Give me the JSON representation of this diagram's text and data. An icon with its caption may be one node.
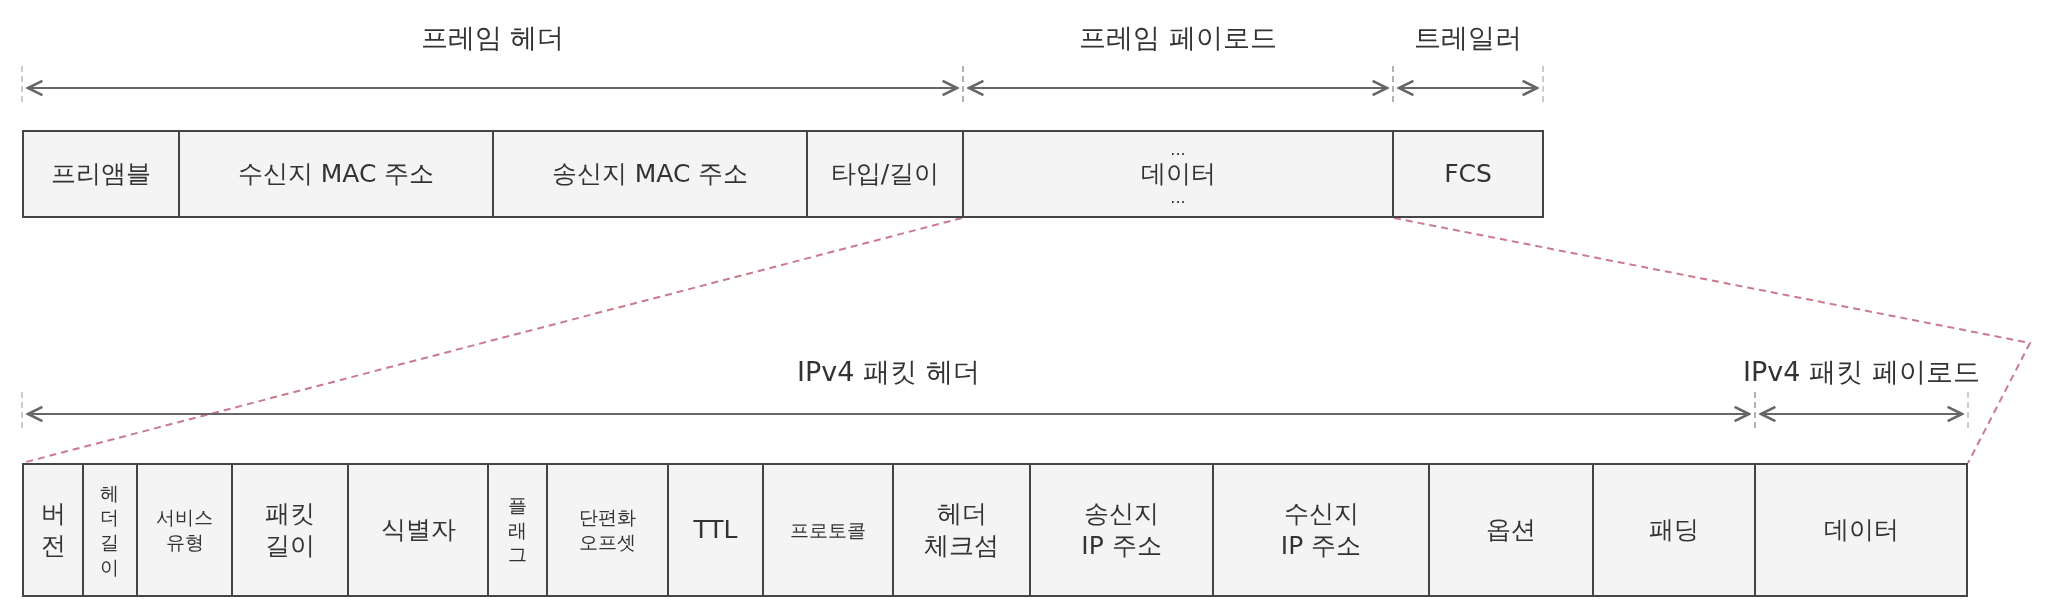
{
  "diagram": {
    "nodes": [
      {
        "text": [
          "프리앰블"
        ]
      },
      {
        "text": [
          "수신지 MAC 주소"
        ]
      },
      {
        "text": [
          "송신지 MAC 주소"
        ]
      },
      {
        "text": [
          "타입/길이"
        ]
      },
      {
        "text": [
          "...",
          "데이터",
          "..."
        ]
      },
      {
        "text": [
          "FCS"
        ]
      },
      {
        "text": [
          "버전"
        ]
      },
      {
        "text": [
          "헤더길이"
        ]
      },
      {
        "text": [
          "서비스 유형"
        ]
      },
      {
        "text": [
          "패킷 길이"
        ]
      },
      {
        "text": [
          "식별자"
        ]
      },
      {
        "text": [
          "플래그"
        ]
      },
      {
        "text": [
          "단편화 오프셋"
        ]
      },
      {
        "text": [
          "TTL"
        ]
      },
      {
        "text": [
          "프로토콜"
        ]
      },
      {
        "text": [
          "헤더 체크섬"
        ]
      },
      {
        "text": [
          "송신지 IP 주소"
        ]
      },
      {
        "text": [
          "수신지 IP 주소"
        ]
      },
      {
        "text": [
          "옵션"
        ]
      },
      {
        "text": [
          "패딩"
        ]
      },
      {
        "text": [
          "데이터"
        ]
      }
    ],
    "edges": [
      {
        "from": 4,
        "to": 6,
        "arrow": "none",
        "style": "dashed",
        "color": "#c97b8c"
      },
      {
        "from": 4,
        "to": 20,
        "arrow": "none",
        "style": "dashed",
        "color": "#c97b8c"
      }
    ],
    "labels": [
      "프레임 헤더",
      "프레임 페이로드",
      "트레일러",
      "IPv4 패킷 헤더",
      "IPv4 패킷 페이로드"
    ]
  }
}
